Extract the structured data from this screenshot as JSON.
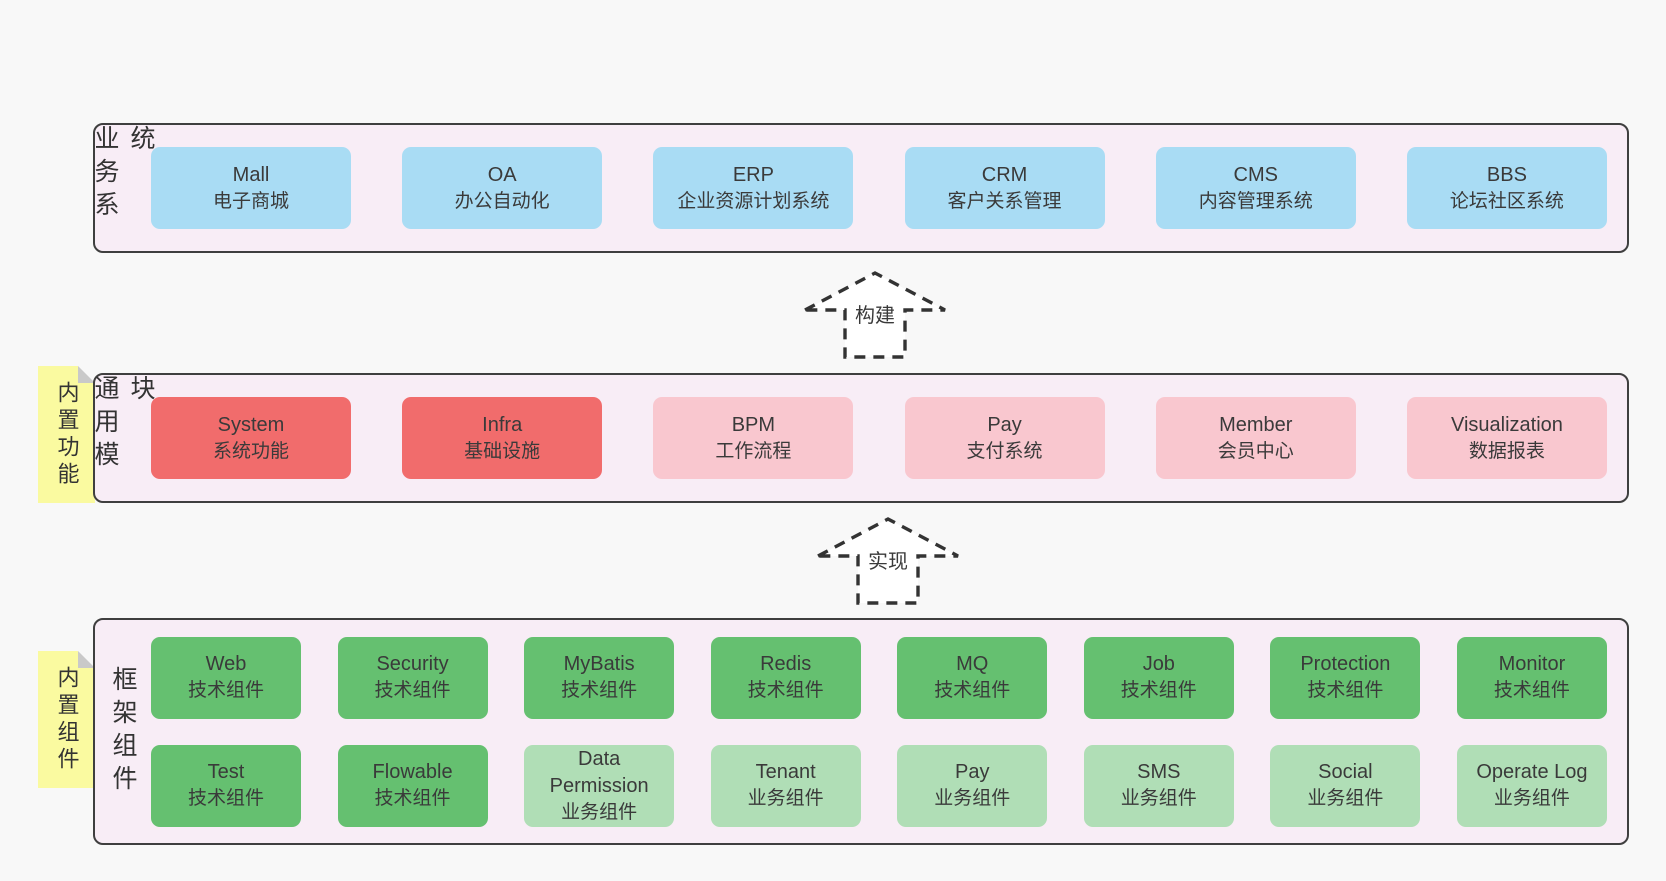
{
  "colors": {
    "page_bg": "#f8f8f8",
    "layer_bg": "#f8edf6",
    "layer_border": "#3f3f3f",
    "blue": "#a9dcf4",
    "red": "#f16c6c",
    "pink": "#f9c7cf",
    "green": "#65c070",
    "green_light": "#b0deb6",
    "sticky_bg": "#fafaa0",
    "sticky_fold": "#c9c9c9",
    "arrow_stroke": "#333333",
    "text": "#3a3a3a"
  },
  "arrows": [
    {
      "label": "构建"
    },
    {
      "label": "实现"
    }
  ],
  "layers": [
    {
      "label": "业务系统",
      "boxes": [
        {
          "name": "Mall",
          "desc": "电子商城",
          "variant": "blue"
        },
        {
          "name": "OA",
          "desc": "办公自动化",
          "variant": "blue"
        },
        {
          "name": "ERP",
          "desc": "企业资源计划系统",
          "variant": "blue"
        },
        {
          "name": "CRM",
          "desc": "客户关系管理",
          "variant": "blue"
        },
        {
          "name": "CMS",
          "desc": "内容管理系统",
          "variant": "blue"
        },
        {
          "name": "BBS",
          "desc": "论坛社区系统",
          "variant": "blue"
        }
      ]
    },
    {
      "label": "通用模块",
      "sticky": "内置功能",
      "boxes": [
        {
          "name": "System",
          "desc": "系统功能",
          "variant": "red"
        },
        {
          "name": "Infra",
          "desc": "基础设施",
          "variant": "red"
        },
        {
          "name": "BPM",
          "desc": "工作流程",
          "variant": "pink"
        },
        {
          "name": "Pay",
          "desc": "支付系统",
          "variant": "pink"
        },
        {
          "name": "Member",
          "desc": "会员中心",
          "variant": "pink"
        },
        {
          "name": "Visualization",
          "desc": "数据报表",
          "variant": "pink"
        }
      ]
    },
    {
      "label": "框架组件",
      "sticky": "内置组件",
      "rows": [
        [
          {
            "name": "Web",
            "desc": "技术组件",
            "variant": "green"
          },
          {
            "name": "Security",
            "desc": "技术组件",
            "variant": "green"
          },
          {
            "name": "MyBatis",
            "desc": "技术组件",
            "variant": "green"
          },
          {
            "name": "Redis",
            "desc": "技术组件",
            "variant": "green"
          },
          {
            "name": "MQ",
            "desc": "技术组件",
            "variant": "green"
          },
          {
            "name": "Job",
            "desc": "技术组件",
            "variant": "green"
          },
          {
            "name": "Protection",
            "desc": "技术组件",
            "variant": "green"
          },
          {
            "name": "Monitor",
            "desc": "技术组件",
            "variant": "green"
          }
        ],
        [
          {
            "name": "Test",
            "desc": "技术组件",
            "variant": "green"
          },
          {
            "name": "Flowable",
            "desc": "技术组件",
            "variant": "green"
          },
          {
            "name": "Data Permission",
            "desc": "业务组件",
            "variant": "green-light"
          },
          {
            "name": "Tenant",
            "desc": "业务组件",
            "variant": "green-light"
          },
          {
            "name": "Pay",
            "desc": "业务组件",
            "variant": "green-light"
          },
          {
            "name": "SMS",
            "desc": "业务组件",
            "variant": "green-light"
          },
          {
            "name": "Social",
            "desc": "业务组件",
            "variant": "green-light"
          },
          {
            "name": "Operate Log",
            "desc": "业务组件",
            "variant": "green-light"
          }
        ]
      ]
    }
  ]
}
